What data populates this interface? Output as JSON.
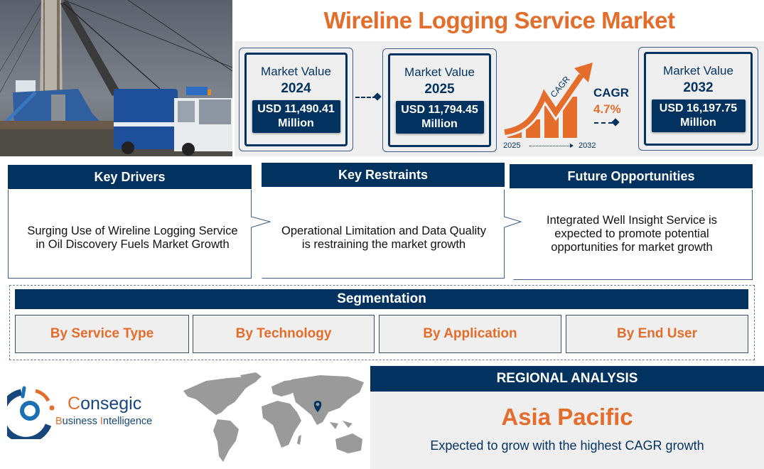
{
  "title": "Wireline Logging Service Market",
  "photo": {
    "alt": "Oil drilling rig with wireline logging truck"
  },
  "market_values": [
    {
      "label": "Market Value",
      "year": "2024",
      "value_line1": "USD 11,490.41",
      "value_line2": "Million"
    },
    {
      "label": "Market Value",
      "year": "2025",
      "value_line1": "USD 11,794.45",
      "value_line2": "Million"
    },
    {
      "label": "Market Value",
      "year": "2032",
      "value_line1": "USD 16,197.75",
      "value_line2": "Million"
    }
  ],
  "cagr": {
    "graphic_label": "CAGR",
    "title": "CAGR",
    "value": "4.7%",
    "start_year": "2025",
    "end_year": "2032"
  },
  "key_sections": [
    {
      "heading": "Key Drivers",
      "text": "Surging Use of Wireline Logging Service in Oil Discovery Fuels Market Growth"
    },
    {
      "heading": "Key Restraints",
      "text": "Operational Limitation and Data Quality is restraining the market growth"
    },
    {
      "heading": "Future Opportunities",
      "text": "Integrated Well Insight Service is expected to promote potential opportunities for market growth"
    }
  ],
  "segmentation": {
    "heading": "Segmentation",
    "items": [
      "By Service Type",
      "By Technology",
      "By Application",
      "By End User"
    ]
  },
  "logo": {
    "name_initial": "C",
    "name_rest": "onsegic",
    "tagline_b": "B",
    "tagline_mid": "usiness ",
    "tagline_i": "I",
    "tagline_rest": "ntelligence"
  },
  "regional": {
    "heading": "REGIONAL ANALYSIS",
    "region": "Asia Pacific",
    "text": "Expected to grow with the highest CAGR growth"
  },
  "colors": {
    "navy": "#02325f",
    "orange": "#e46d2c",
    "panel_gray": "#efefef",
    "map_gray": "#9a9a9a"
  }
}
